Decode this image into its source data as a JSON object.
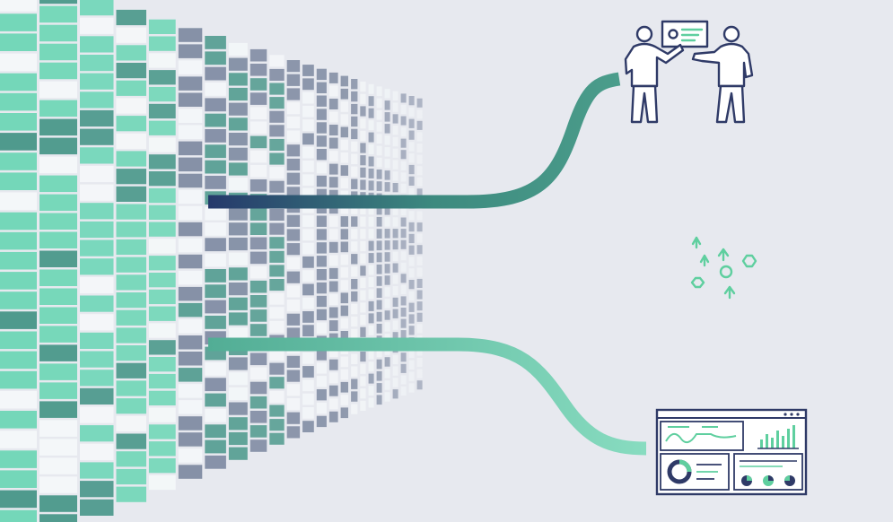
{
  "colors": {
    "background": "#e7e9ef",
    "grid_teal": "#74d7b9",
    "grid_teal_dark": "#4f9a8d",
    "grid_slate": "#7b879f",
    "grid_light": "#f4f7f9",
    "line_navy": "#263d6e",
    "line_teal_dark": "#3f8b7d",
    "line_teal_light": "#7dd6b8",
    "icon_navy": "#2f3a67",
    "icon_teal": "#5fcf9f"
  },
  "grid_icon": "data-wall",
  "streams": [
    {
      "name": "stream-to-collaboration",
      "icon": "people-presenting-icon"
    },
    {
      "name": "stream-to-particles",
      "icon": "scattered-dots-icon"
    },
    {
      "name": "stream-to-dashboard",
      "icon": "dashboard-icon"
    }
  ]
}
